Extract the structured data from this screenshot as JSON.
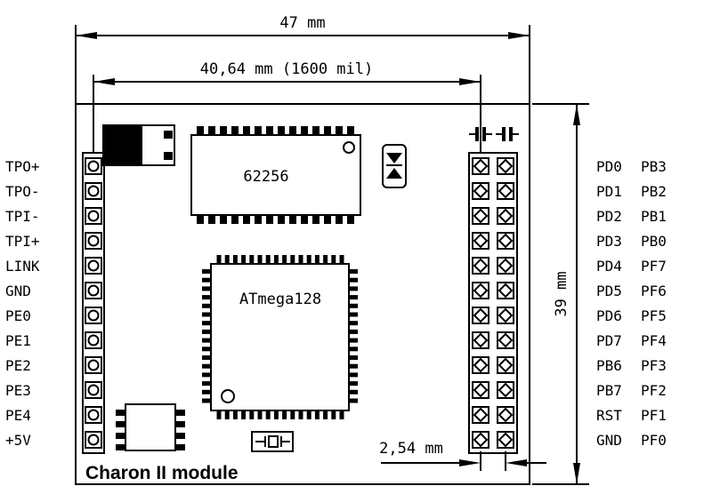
{
  "title": "Charon II module",
  "dimensions": {
    "board_width": "47 mm",
    "connector_span": "40,64 mm (1600 mil)",
    "board_height": "39 mm",
    "pin_pitch": "2,54 mm"
  },
  "chips": {
    "sram_label": "62256",
    "mcu_label": "ATmega128"
  },
  "left_pins": [
    "TPO+",
    "TPO-",
    "TPI-",
    "TPI+",
    "LINK",
    "GND",
    "PE0",
    "PE1",
    "PE2",
    "PE3",
    "PE4",
    "+5V"
  ],
  "right_pins_inner": [
    "PD0",
    "PD1",
    "PD2",
    "PD3",
    "PD4",
    "PD5",
    "PD6",
    "PD7",
    "PB6",
    "PB7",
    "RST",
    "GND"
  ],
  "right_pins_outer": [
    "PB3",
    "PB2",
    "PB1",
    "PB0",
    "PF7",
    "PF6",
    "PF5",
    "PF4",
    "PF3",
    "PF2",
    "PF1",
    "PF0"
  ]
}
